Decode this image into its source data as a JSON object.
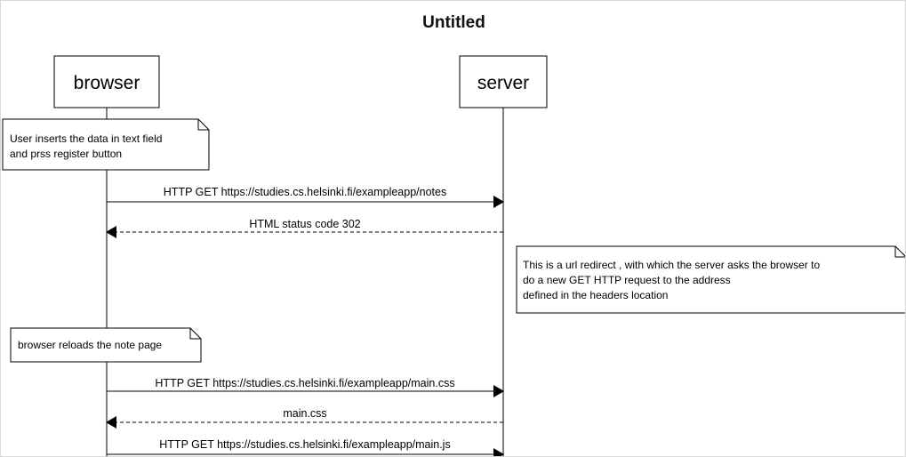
{
  "title": "Untitled",
  "participants": [
    "browser",
    "server"
  ],
  "notes": [
    {
      "lines": [
        "User inserts the data in text field",
        "and prss register button"
      ]
    },
    {
      "lines": [
        "This is a url redirect , with which the server asks the browser to",
        "do a new GET HTTP request to the address",
        "defined in the headers location"
      ]
    },
    {
      "lines": [
        "browser reloads the note page"
      ]
    }
  ],
  "messages": [
    {
      "label": "HTTP GET https://studies.cs.helsinki.fi/exampleapp/notes",
      "from": "browser",
      "to": "server",
      "style": "solid"
    },
    {
      "label": "HTML status code 302",
      "from": "server",
      "to": "browser",
      "style": "dashed"
    },
    {
      "label": "HTTP GET https://studies.cs.helsinki.fi/exampleapp/main.css",
      "from": "browser",
      "to": "server",
      "style": "solid"
    },
    {
      "label": "main.css",
      "from": "server",
      "to": "browser",
      "style": "dashed"
    },
    {
      "label": "HTTP GET https://studies.cs.helsinki.fi/exampleapp/main.js",
      "from": "browser",
      "to": "server",
      "style": "solid"
    }
  ],
  "colors": {
    "line": "#000000",
    "box_border": "#000000",
    "background": "#ffffff"
  }
}
